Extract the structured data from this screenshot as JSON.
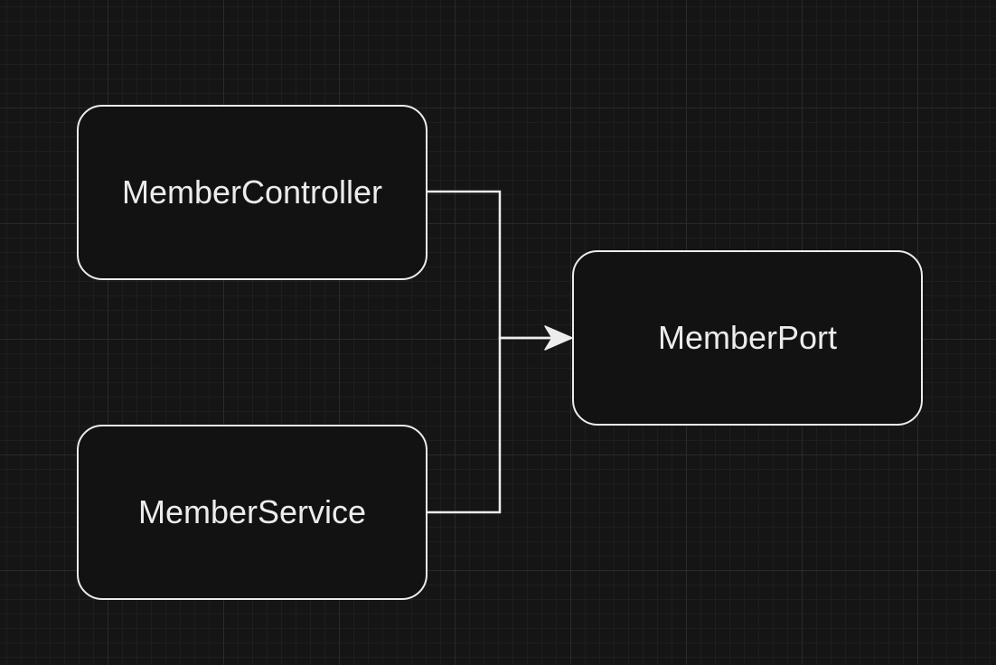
{
  "diagram": {
    "nodes": {
      "controller": {
        "label": "MemberController"
      },
      "service": {
        "label": "MemberService"
      },
      "port": {
        "label": "MemberPort"
      }
    },
    "edges": [
      {
        "from": "MemberController",
        "to": "MemberPort"
      },
      {
        "from": "MemberService",
        "to": "MemberPort"
      }
    ]
  },
  "colors": {
    "background": "#151515",
    "node_fill": "#121212",
    "stroke": "#ececec",
    "text": "#ececec"
  }
}
